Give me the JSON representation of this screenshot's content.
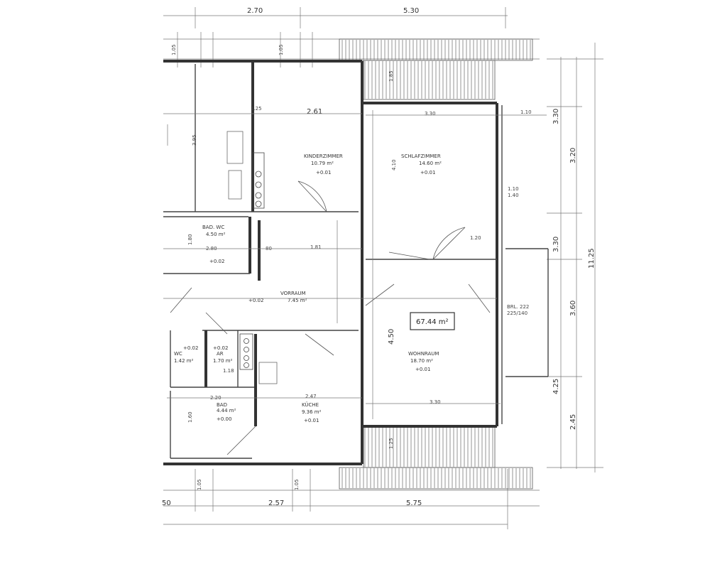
{
  "dimensions_top": [
    "2.70",
    "5.30"
  ],
  "dimensions_bottom": [
    "50",
    "2.57",
    "5.75"
  ],
  "dimensions_right": [
    "3.30",
    "3.20",
    "3.30",
    "11.25",
    "3.60",
    "4.25",
    "2.45"
  ],
  "dimensions_inner": {
    "d_1_25": "1.25",
    "d_2_61": "2.61",
    "d_3_30_a": "3.30",
    "d_1_10": "1.10",
    "d_3_95": "3.95",
    "d_4_10": "4.10",
    "d_1_85": "1.85",
    "d_1_10_b": "1.10",
    "d_1_20": "1.20",
    "d_2_80": "2.80",
    "d_80": "80",
    "d_1_81": "1.81",
    "d_4_50": "4.50",
    "d_3_30_b": "3.30",
    "d_2_47": "2.47",
    "d_2_20": "2.20",
    "d_1_25_b": "1.25",
    "d_1_60": "1.60",
    "d_1_80": "1.80",
    "d_1_18": "1.18",
    "d_1_05": "1.05",
    "d_1_05_b": "1.05",
    "d_1_05_c": "1.05",
    "d_1_05_d": "1.05"
  },
  "rooms": {
    "kinderzimmer": {
      "name": "KINDERZIMMER",
      "area": "10.79 m²",
      "level": "+0.01"
    },
    "schlafzimmer": {
      "name": "SCHLAFZIMMER",
      "area": "14.60 m²",
      "level": "+0.01"
    },
    "bad_wc": {
      "name": "BAD. WC",
      "area": "4.50 m²",
      "level": "+0.02"
    },
    "vorraum": {
      "name": "VORRAUM",
      "area": "7.45 m²",
      "level": "+0.02"
    },
    "wohnraum": {
      "name": "WOHNRAUM",
      "area": "18.70 m²",
      "level": "+0.01"
    },
    "kueche": {
      "name": "KÜCHE",
      "area": "9.36 m²",
      "level": "+0.01"
    },
    "abstell": {
      "name": "AR",
      "area": "1.70 m²",
      "level": "+0.02"
    },
    "wc": {
      "name": "WC",
      "area": "1.42 m²",
      "level": "+0.02"
    },
    "bad2": {
      "name": "BAD",
      "area": "4.44 m²",
      "level": "+0.00"
    }
  },
  "total_area": "67.44 m²",
  "balcony_note": "BRL. 222\n225/140",
  "window_note": "1.10\n1.40"
}
